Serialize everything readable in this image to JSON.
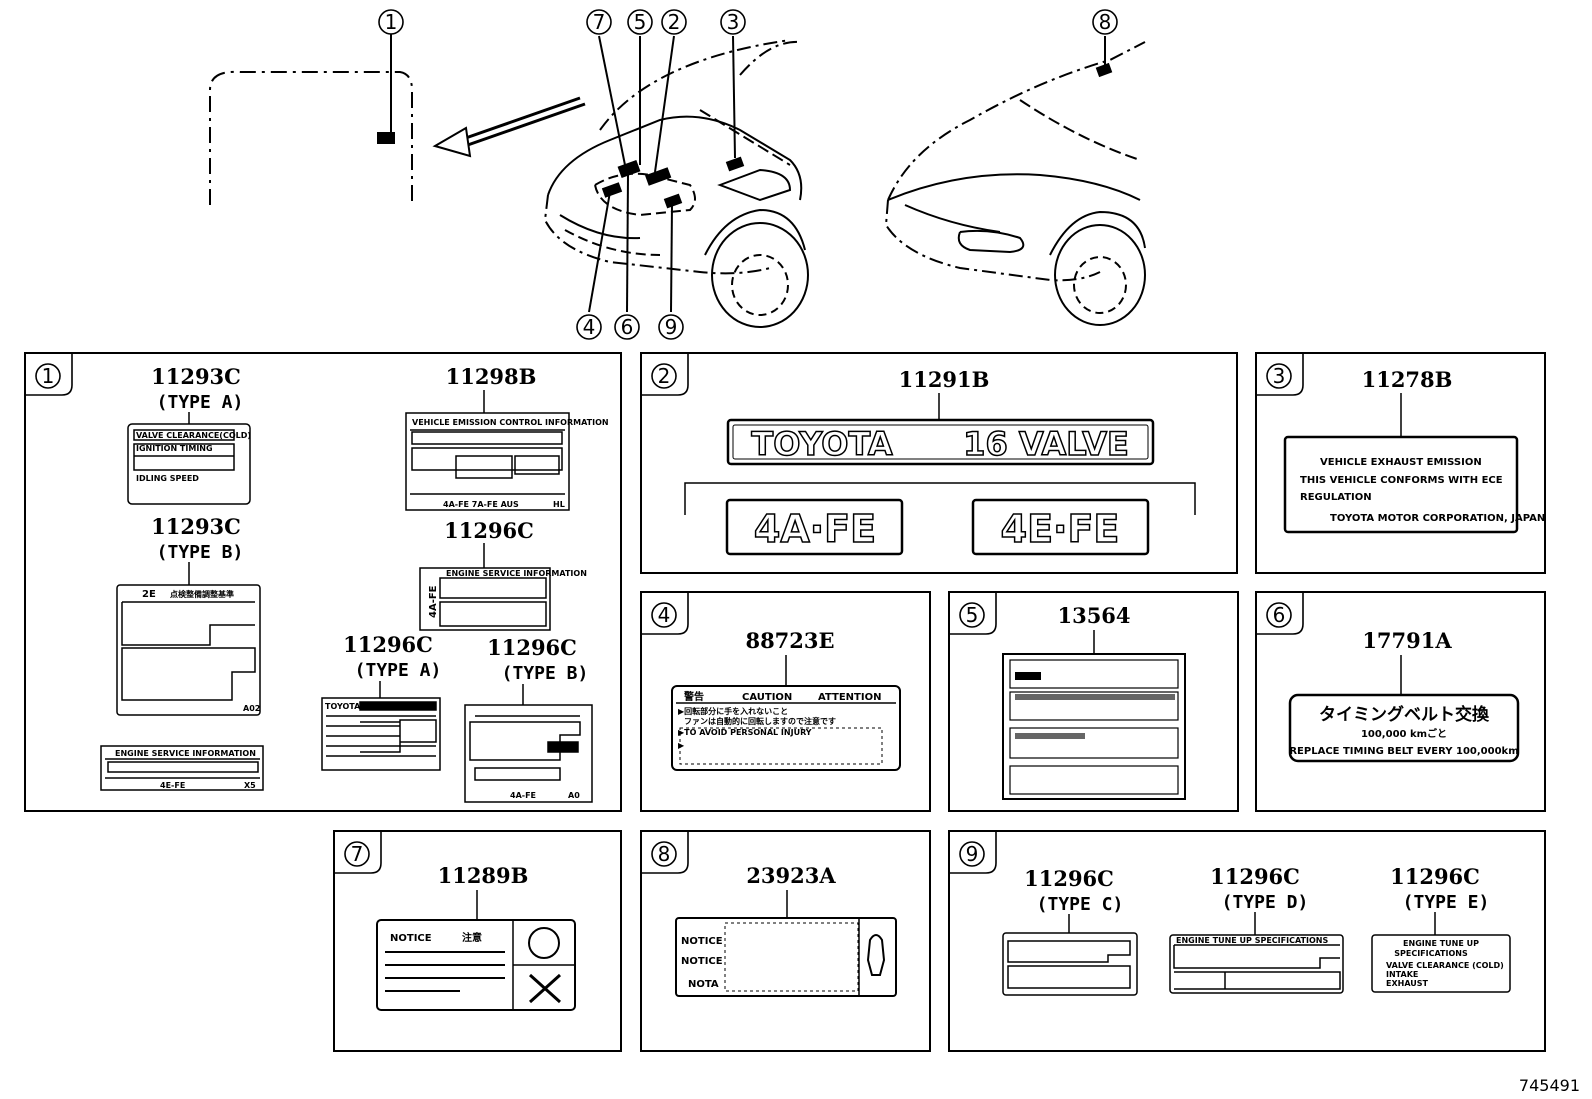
{
  "callouts": {
    "c1": "1",
    "c2": "2",
    "c3": "3",
    "c4": "4",
    "c5": "5",
    "c6": "6",
    "c7": "7",
    "c8": "8",
    "c9": "9"
  },
  "panel1": {
    "num": "1",
    "p1": "11293C",
    "p1_sub": "(TYPE A)",
    "p2": "11293C",
    "p2_sub": "(TYPE B)",
    "p3": "11298B",
    "p4": "11296C",
    "p5": "11296C",
    "p5_sub": "(TYPE A)",
    "p6": "11296C",
    "p6_sub": "(TYPE B)",
    "l1_a": "VALVE CLEARANCE(COLD)",
    "l1_b": "IGNITION TIMING",
    "l1_c": "IDLING SPEED",
    "l2_a": "2E",
    "l2_b": "点検整備調整基準",
    "l2_c": "A02",
    "l3_title": "VEHICLE EMISSION CONTROL INFORMATION",
    "l3_engines": "4A-FE  7A-FE  AUS",
    "l3_c": "HL",
    "l4_title": "ENGINE SERVICE INFORMATION",
    "l4_side": "4A-FE",
    "l5_a": "TOYOTA",
    "l6_a": "4A-FE",
    "l6_b": "A0",
    "l7_title": "ENGINE SERVICE INFORMATION",
    "l7_a": "4E-FE",
    "l7_b": "X5"
  },
  "panel2": {
    "num": "2",
    "part": "11291B",
    "emblem1": "TOYOTA",
    "emblem2": "16 VALVE",
    "emblem3": "4A·FE",
    "emblem4": "4E·FE"
  },
  "panel3": {
    "num": "3",
    "part": "11278B",
    "t1": "VEHICLE EXHAUST EMISSION",
    "t2": "THIS VEHICLE CONFORMS WITH ECE",
    "t3": "REGULATION",
    "t4": "TOYOTA MOTOR CORPORATION, JAPAN"
  },
  "panel4": {
    "num": "4",
    "part": "88723E",
    "h1": "警告",
    "h2": "CAUTION",
    "h3": "ATTENTION",
    "t1": "▶回転部分に手を入れないこと",
    "t2": "ファンは自動的に回転しますので注意です",
    "t3": "▶TO AVOID PERSONAL INJURY",
    "t4": "▶"
  },
  "panel5": {
    "num": "5",
    "part": "13564"
  },
  "panel6": {
    "num": "6",
    "part": "17791A",
    "t1": "タイミングベルト交換",
    "t2": "100,000 kmごと",
    "t3": "REPLACE TIMING BELT EVERY 100,000km"
  },
  "panel7": {
    "num": "7",
    "part": "11289B",
    "t1": "NOTICE",
    "t2": "注意"
  },
  "panel8": {
    "num": "8",
    "part": "23923A",
    "t1": "NOTICE",
    "t2": "NOTICE",
    "t3": "NOTA"
  },
  "panel9": {
    "num": "9",
    "p1": "11296C",
    "p1_sub": "(TYPE C)",
    "p2": "11296C",
    "p2_sub": "(TYPE D)",
    "p3": "11296C",
    "p3_sub": "(TYPE E)",
    "d_title": "ENGINE TUNE UP SPECIFICATIONS",
    "e_t1": "ENGINE  TUNE  UP",
    "e_t2": "SPECIFICATIONS",
    "e_t3": "VALVE  CLEARANCE  (COLD)",
    "e_t4": "INTAKE",
    "e_t5": "EXHAUST"
  },
  "diagram_code": "745491"
}
